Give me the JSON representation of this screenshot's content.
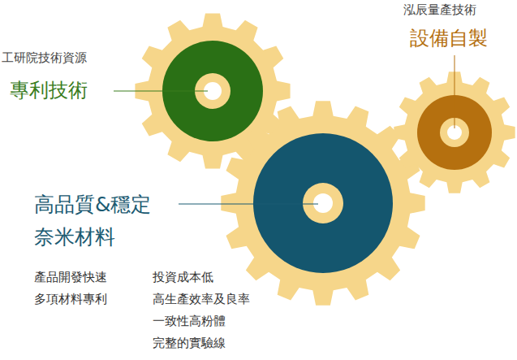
{
  "diagram": {
    "labels": [
      "工研院技術資源",
      "專利技術",
      "泓辰量產技術",
      "設備自製",
      "高品質&穩定 奈米材料",
      "產品開發快速",
      "多項材料專利",
      "投資成本低",
      "高生產效率及良率",
      "一致性高粉體",
      "完整的實驗線"
    ]
  }
}
